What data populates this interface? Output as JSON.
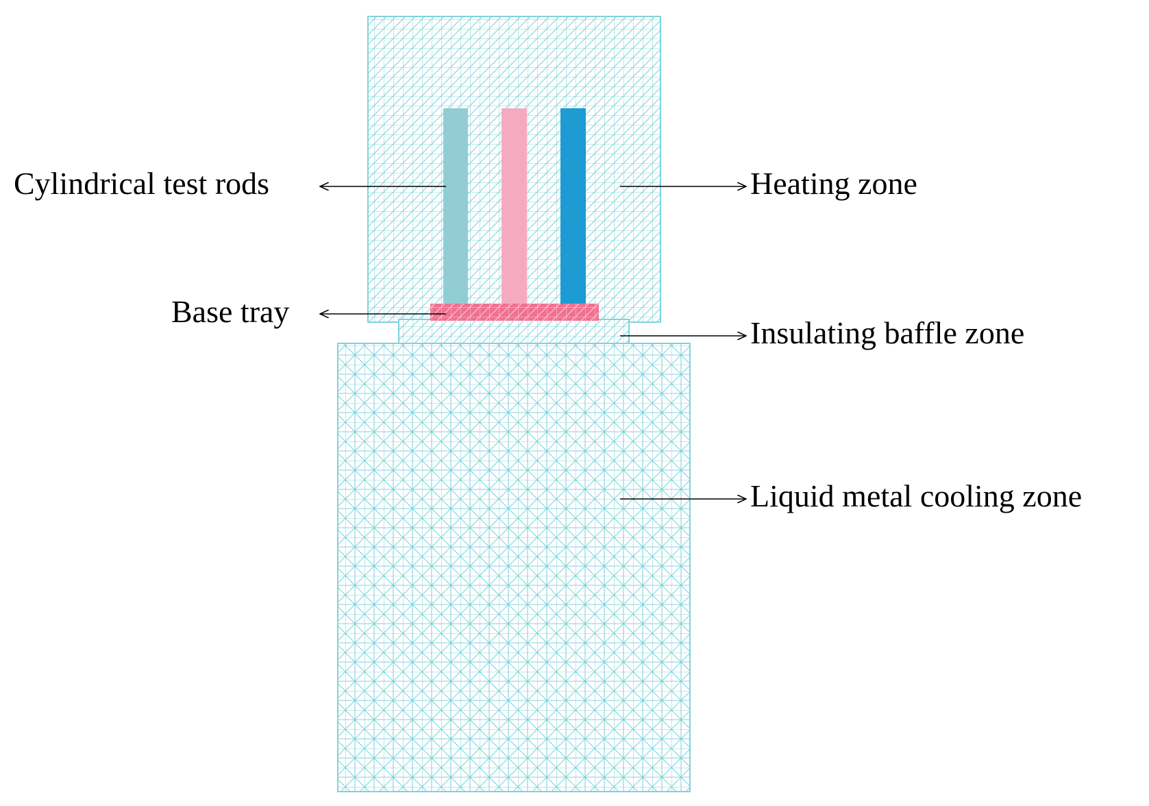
{
  "labels": {
    "test_rods": "Cylindrical test rods",
    "heating_zone": "Heating zone",
    "base_tray": "Base tray",
    "baffle_zone": "Insulating baffle zone",
    "cooling_zone": "Liquid metal cooling zone"
  },
  "colors": {
    "mesh": "#7fd3dc",
    "rod_teal": "#92cdd4",
    "rod_pink": "#f6aac2",
    "rod_blue": "#1e9bd2",
    "tray": "#f07090",
    "arrow": "#000000",
    "text": "#000000"
  }
}
